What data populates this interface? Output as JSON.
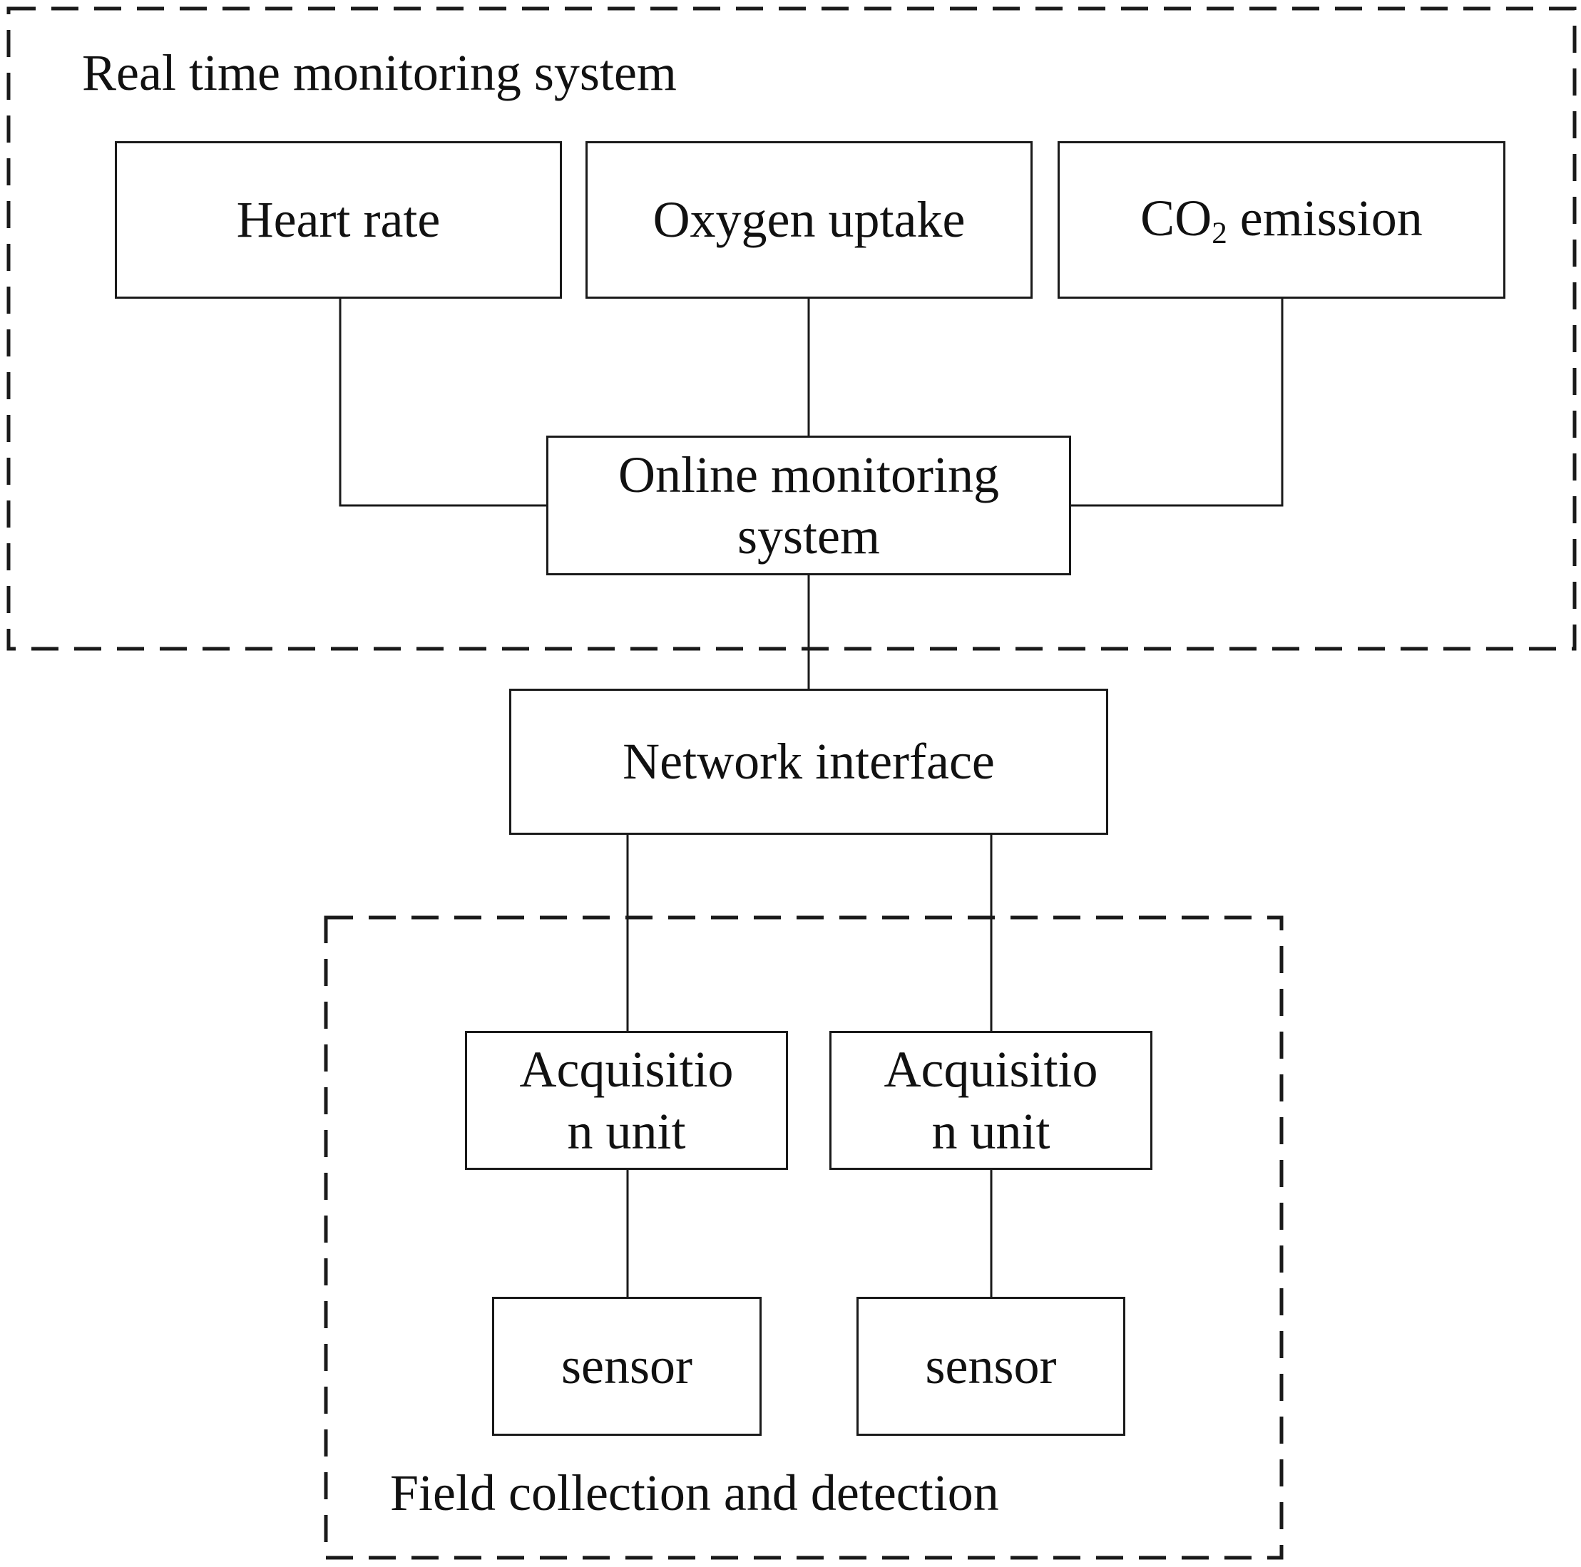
{
  "groups": {
    "realtime": {
      "label": "Real time monitoring system"
    },
    "field": {
      "label": "Field collection and detection"
    }
  },
  "nodes": {
    "heart_rate": {
      "label": "Heart rate"
    },
    "oxygen_uptake": {
      "label": "Oxygen uptake"
    },
    "co2_emission": {
      "prefix": "CO",
      "subscript": "2",
      "suffix": " emission"
    },
    "online_monitoring": {
      "line1": "Online monitoring",
      "line2": "system"
    },
    "network_interface": {
      "label": "Network interface"
    },
    "acquisition_left": {
      "line1": "Acquisitio",
      "line2": "n unit"
    },
    "acquisition_right": {
      "line1": "Acquisitio",
      "line2": "n unit"
    },
    "sensor_left": {
      "label": "sensor"
    },
    "sensor_right": {
      "label": "sensor"
    }
  },
  "colors": {
    "stroke": "#1a1a1a",
    "text": "#111111",
    "background": "#ffffff"
  }
}
